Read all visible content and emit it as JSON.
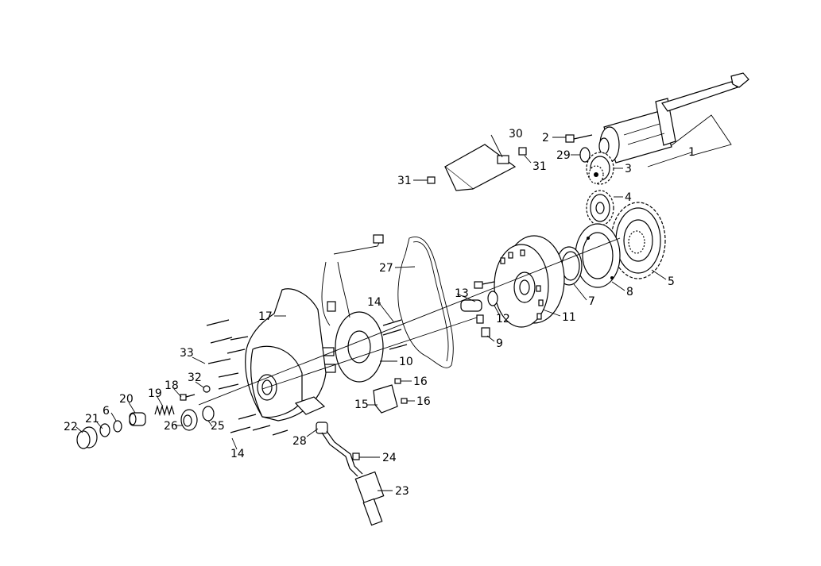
{
  "diagram": {
    "labels": {
      "p1": "1",
      "p2": "2",
      "p3": "3",
      "p4": "4",
      "p5": "5",
      "p6": "6",
      "p7": "7",
      "p8": "8",
      "p9": "9",
      "p10": "10",
      "p11": "11",
      "p12": "12",
      "p13": "13",
      "p14a": "14",
      "p14b": "14",
      "p15": "15",
      "p16a": "16",
      "p16b": "16",
      "p17": "17",
      "p18": "18",
      "p19": "19",
      "p20": "20",
      "p21": "21",
      "p22": "22",
      "p23": "23",
      "p24": "24",
      "p25": "25",
      "p26": "26",
      "p27": "27",
      "p28": "28",
      "p29": "29",
      "p30": "30",
      "p31a": "31",
      "p31b": "31",
      "p32": "32",
      "p33": "33"
    }
  }
}
